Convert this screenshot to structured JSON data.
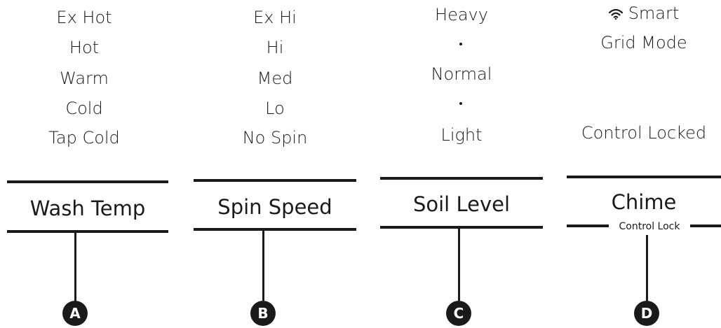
{
  "panels": [
    {
      "id": "wash-temp",
      "options": [
        "Ex Hot",
        "Hot",
        "Warm",
        "Cold",
        "Tap Cold"
      ],
      "button": "Wash Temp",
      "marker": "A"
    },
    {
      "id": "spin-speed",
      "options": [
        "Ex Hi",
        "Hi",
        "Med",
        "Lo",
        "No Spin"
      ],
      "button": "Spin Speed",
      "marker": "B"
    },
    {
      "id": "soil-level",
      "options": [
        "Heavy",
        "Normal",
        "Light"
      ],
      "button": "Soil Level",
      "marker": "C"
    },
    {
      "id": "chime",
      "smart_label": "Smart",
      "options": [
        "Grid Mode",
        "Control Locked"
      ],
      "button": "Chime",
      "sub_label": "Control Lock",
      "marker": "D",
      "smart_icon": "wifi-icon"
    }
  ]
}
